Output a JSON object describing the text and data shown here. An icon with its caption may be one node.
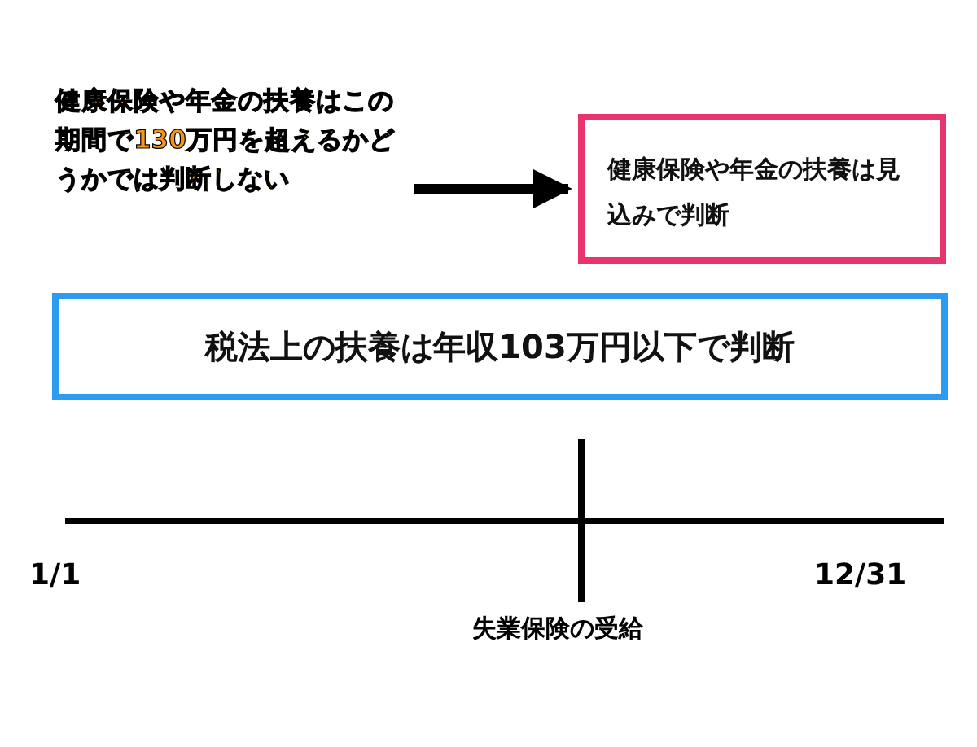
{
  "diagram": {
    "nodes": [
      {
        "text": [
          "健康保険や年金の扶養はこの期間で130万円を超えるかどうかでは判断しない"
        ]
      },
      {
        "text": [
          "健康保険や年金の扶養は見込みで判断"
        ]
      },
      {
        "text": [
          "税法上の扶養は年収103万円以下で判断"
        ]
      }
    ],
    "edges": [
      {
        "from": 0,
        "to": 1,
        "arrow": "to"
      }
    ],
    "labels": [
      "1/1",
      "12/31",
      "失業保険の受給"
    ]
  }
}
